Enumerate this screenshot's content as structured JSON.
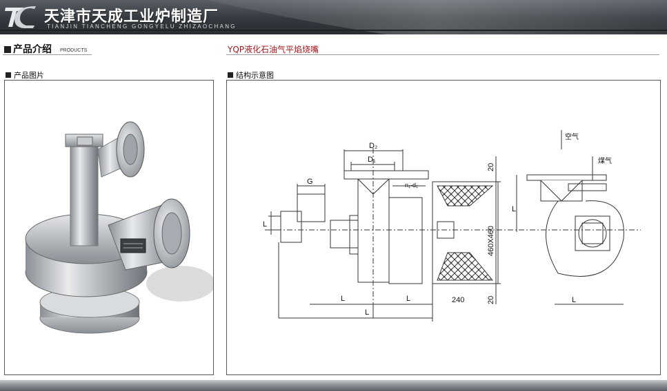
{
  "header": {
    "company_cn": "天津市天成工业炉制造厂",
    "company_en": "TIANJIN TIANCHENG GONGYELU ZHIZAOCHANG",
    "logo_text": "TC"
  },
  "section": {
    "title": "产品介绍",
    "subtitle": "PRODUCTS"
  },
  "product": {
    "name": "YQP液化石油气平焰烧嘴"
  },
  "panels": {
    "photo_label": "产品图片",
    "diagram_label": "结构示意图"
  },
  "diagram": {
    "labels": {
      "d2": "D₂",
      "d1": "D₁",
      "g": "G",
      "n1d1": "n₁-d₁",
      "l": "L",
      "dim20_top": "20",
      "dim20_bottom": "20",
      "dim460": "460X460",
      "dim240": "240",
      "air": "空气",
      "gas": "煤气"
    }
  },
  "colors": {
    "header_dark": "#33383e",
    "product_name": "#a4161a",
    "panel_border": "#555555"
  }
}
